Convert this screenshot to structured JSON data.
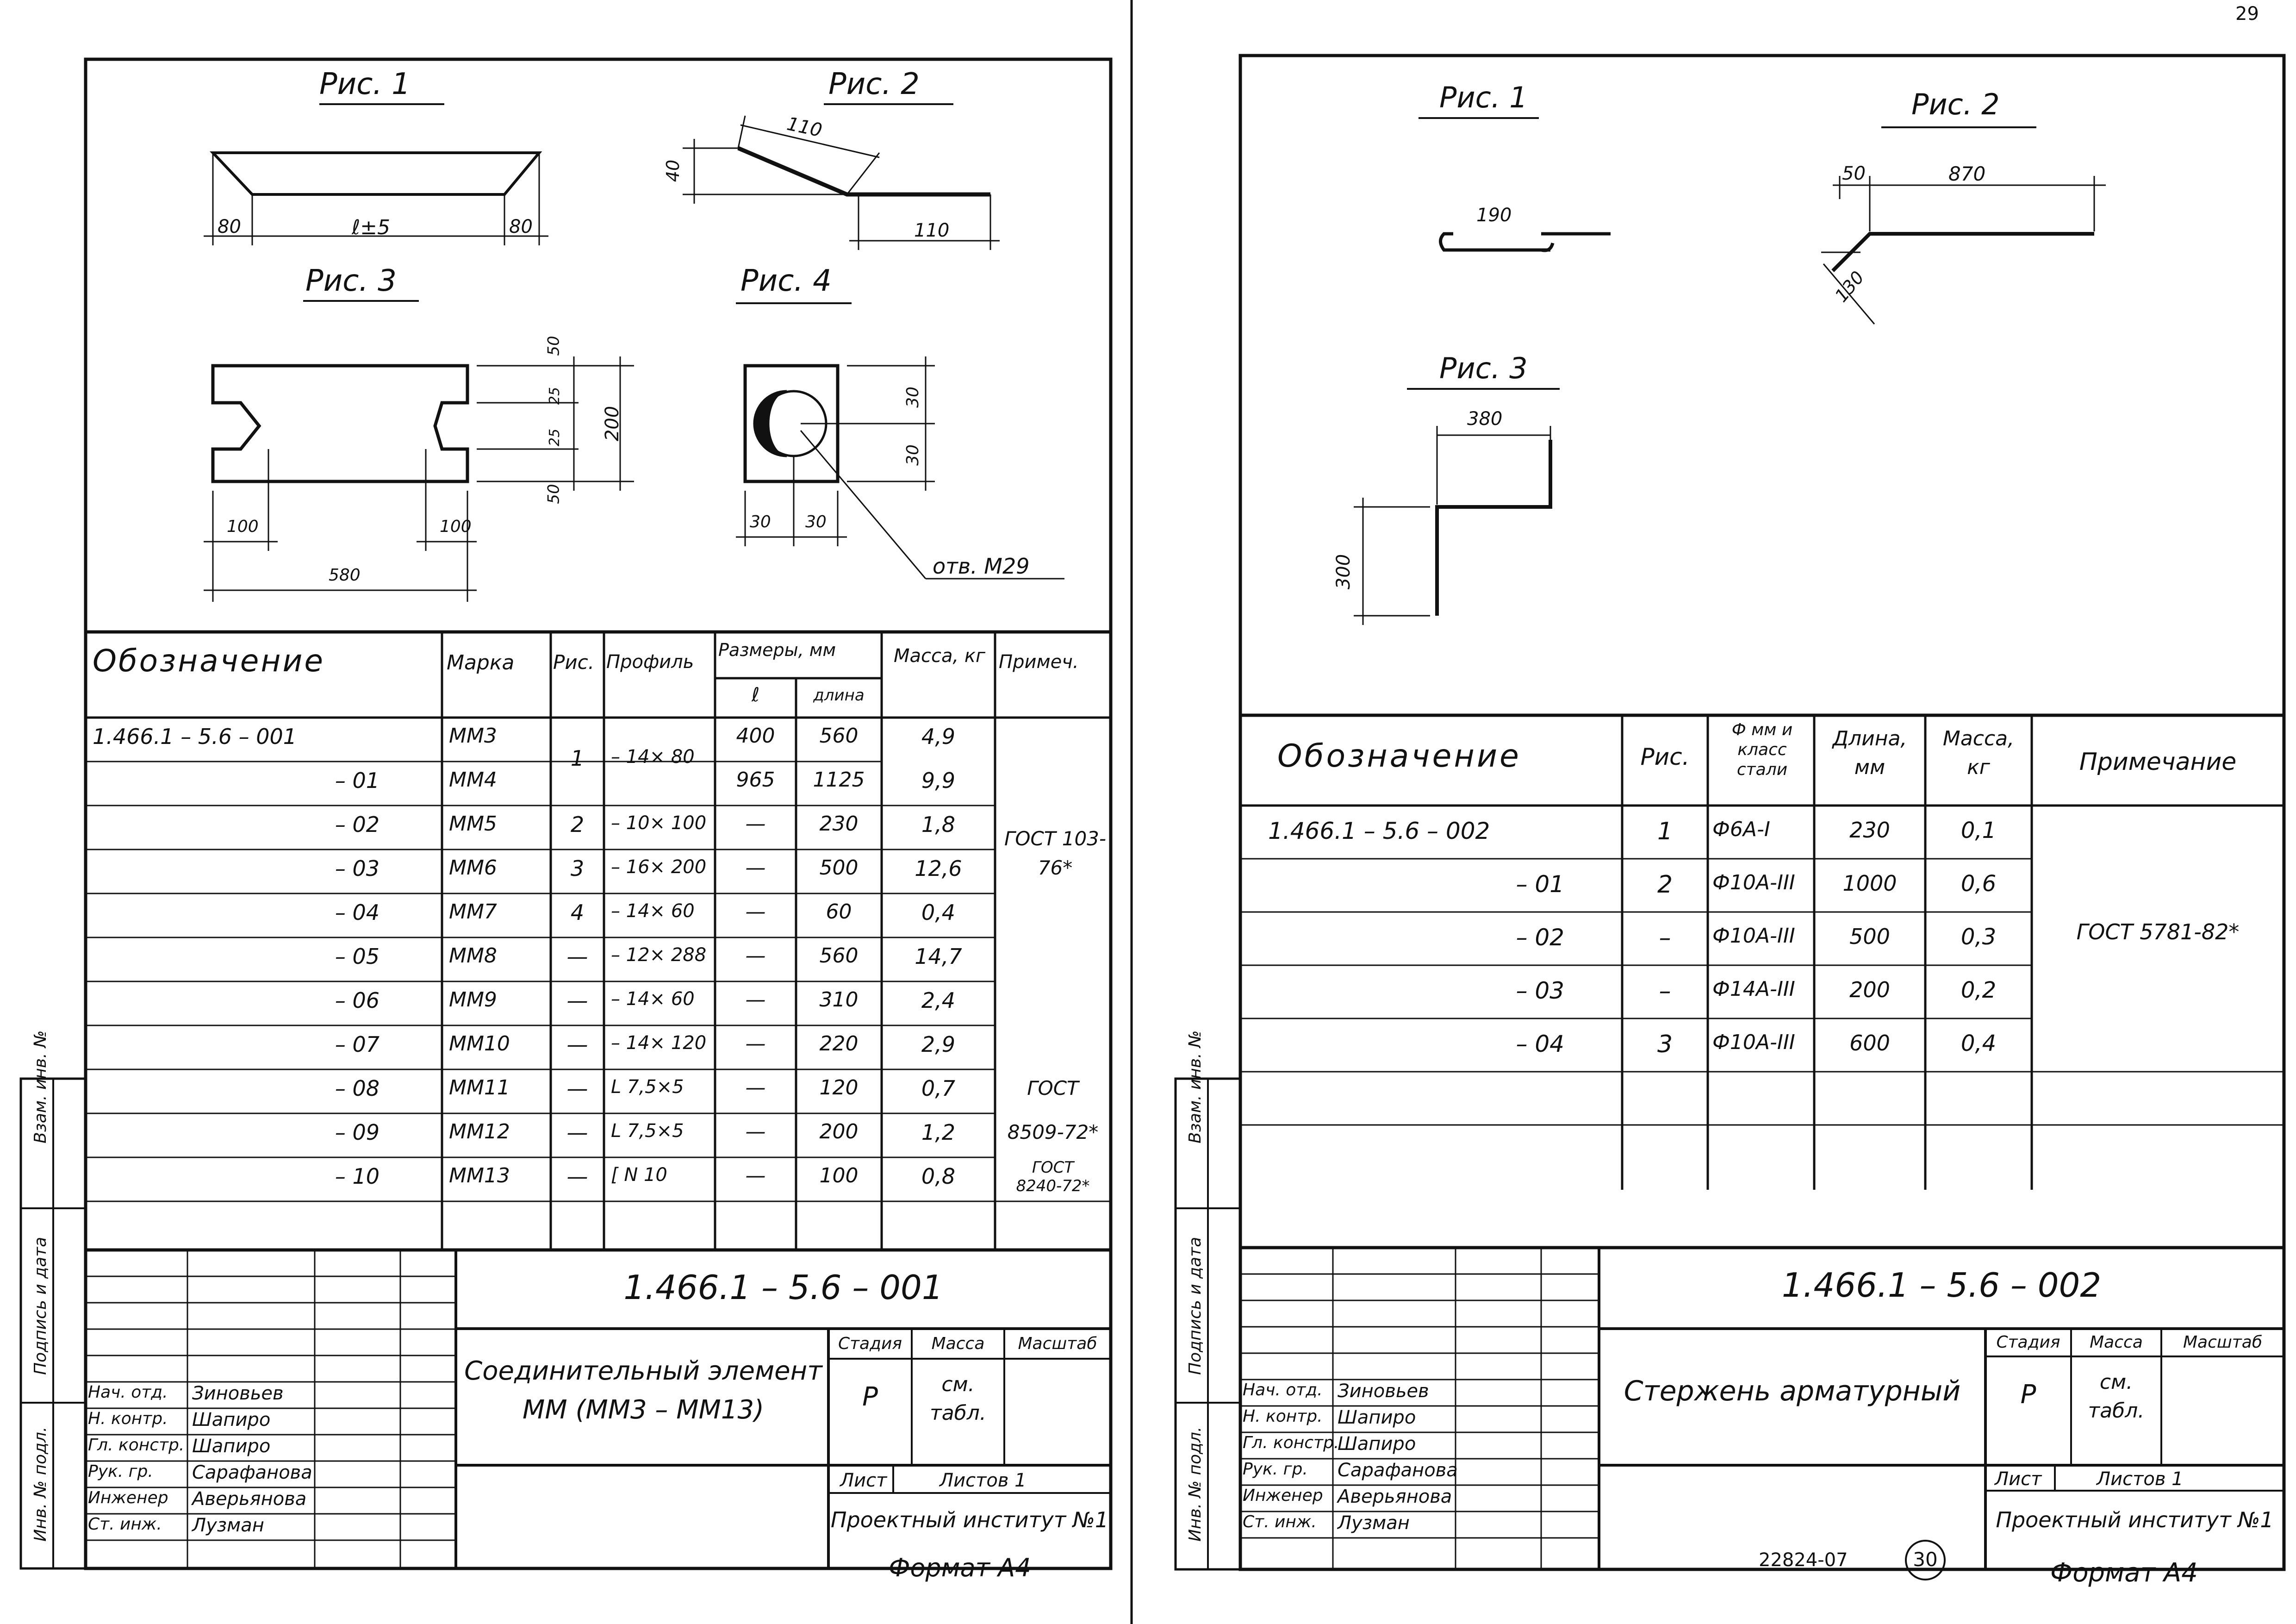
{
  "left": {
    "figs": {
      "fig1": "Рис. 1",
      "fig2": "Рис. 2",
      "fig3": "Рис. 3",
      "fig4": "Рис. 4"
    },
    "dims": {
      "f1_80a": "80",
      "f1_l": "ℓ±5",
      "f1_80b": "80",
      "f2_110a": "110",
      "f2_40": "40",
      "f2_110b": "110",
      "f3_50a": "50",
      "f3_25a": "25",
      "f3_25b": "25",
      "f3_50b": "50",
      "f3_200": "200",
      "f3_100a": "100",
      "f3_100b": "100",
      "f3_580": "580",
      "f4_30a": "30",
      "f4_30b": "30",
      "f4_30c": "30",
      "f4_30d": "30",
      "f4_hole": "отв. М29"
    },
    "table": {
      "h_designation": "Обозначение",
      "h_mark": "Марка",
      "h_fig": "Рис.",
      "h_profile": "Профиль",
      "h_sizes": "Размеры, мм",
      "h_l": "ℓ",
      "h_len": "длина",
      "h_mass": "Масса, кг",
      "h_note": "Примеч.",
      "rows": [
        {
          "des": "1.466.1 – 5.6 – 001",
          "mark": "ММ3",
          "fig": "1",
          "prof": "– 14× 80",
          "l": "400",
          "len": "560",
          "mass": "4,9"
        },
        {
          "des": "– 01",
          "mark": "ММ4",
          "fig": "",
          "prof": "",
          "l": "965",
          "len": "1125",
          "mass": "9,9"
        },
        {
          "des": "– 02",
          "mark": "ММ5",
          "fig": "2",
          "prof": "– 10× 100",
          "l": "—",
          "len": "230",
          "mass": "1,8"
        },
        {
          "des": "– 03",
          "mark": "ММ6",
          "fig": "3",
          "prof": "– 16× 200",
          "l": "—",
          "len": "500",
          "mass": "12,6"
        },
        {
          "des": "– 04",
          "mark": "ММ7",
          "fig": "4",
          "prof": "– 14× 60",
          "l": "—",
          "len": "60",
          "mass": "0,4"
        },
        {
          "des": "– 05",
          "mark": "ММ8",
          "fig": "—",
          "prof": "– 12× 288",
          "l": "—",
          "len": "560",
          "mass": "14,7"
        },
        {
          "des": "– 06",
          "mark": "ММ9",
          "fig": "—",
          "prof": "– 14× 60",
          "l": "—",
          "len": "310",
          "mass": "2,4"
        },
        {
          "des": "– 07",
          "mark": "ММ10",
          "fig": "—",
          "prof": "– 14× 120",
          "l": "—",
          "len": "220",
          "mass": "2,9"
        },
        {
          "des": "– 08",
          "mark": "ММ11",
          "fig": "—",
          "prof": "L 7,5×5",
          "l": "—",
          "len": "120",
          "mass": "0,7"
        },
        {
          "des": "– 09",
          "mark": "ММ12",
          "fig": "—",
          "prof": "L 7,5×5",
          "l": "—",
          "len": "200",
          "mass": "1,2"
        },
        {
          "des": "– 10",
          "mark": "ММ13",
          "fig": "—",
          "prof": "[ N 10",
          "l": "—",
          "len": "100",
          "mass": "0,8"
        }
      ],
      "note1": "ГОСТ 103-76*",
      "note2a": "ГОСТ",
      "note2b": "8509-72*",
      "note3a": "ГОСТ",
      "note3b": "8240-72*"
    },
    "stamp": {
      "code": "1.466.1 – 5.6 – 001",
      "title": "Соединительный элемент ММ (ММ3 – ММ13)",
      "stage_h": "Стадия",
      "mass_h": "Масса",
      "scale_h": "Масштаб",
      "stage": "Р",
      "mass": "см. табл.",
      "sheet": "Лист",
      "sheets": "Листов 1",
      "org": "Проектный институт №1",
      "people": [
        {
          "role": "Нач. отд.",
          "name": "Зиновьев"
        },
        {
          "role": "Н. контр.",
          "name": "Шапиро"
        },
        {
          "role": "Гл. констр.",
          "name": "Шапиро"
        },
        {
          "role": "Рук. гр.",
          "name": "Сарафанова"
        },
        {
          "role": "Инженер",
          "name": "Аверьянова"
        },
        {
          "role": "Ст. инж.",
          "name": "Лузман"
        }
      ]
    },
    "side": {
      "s1": "Инв. № подл.",
      "s2": "Подпись и дата",
      "s3": "Взам. инв. №"
    },
    "format": "Формат А4"
  },
  "right": {
    "figs": {
      "fig1": "Рис. 1",
      "fig2": "Рис. 2",
      "fig3": "Рис. 3"
    },
    "dims": {
      "f1_190": "190",
      "f2_50": "50",
      "f2_870": "870",
      "f2_130": "130",
      "f3_380": "380",
      "f3_300": "300"
    },
    "table": {
      "h_designation": "Обозначение",
      "h_fig": "Рис.",
      "h_dia": "Ф мм и класс стали",
      "h_len": "Длина, мм",
      "h_mass": "Масса, кг",
      "h_note": "Примечание",
      "rows": [
        {
          "des": "1.466.1 – 5.6 – 002",
          "fig": "1",
          "dia": "Ф6А-I",
          "len": "230",
          "mass": "0,1"
        },
        {
          "des": "– 01",
          "fig": "2",
          "dia": "Ф10А-III",
          "len": "1000",
          "mass": "0,6"
        },
        {
          "des": "– 02",
          "fig": "–",
          "dia": "Ф10А-III",
          "len": "500",
          "mass": "0,3"
        },
        {
          "des": "– 03",
          "fig": "–",
          "dia": "Ф14А-III",
          "len": "200",
          "mass": "0,2"
        },
        {
          "des": "– 04",
          "fig": "3",
          "dia": "Ф10А-III",
          "len": "600",
          "mass": "0,4"
        }
      ],
      "note": "ГОСТ 5781-82*"
    },
    "stamp": {
      "code": "1.466.1 – 5.6 – 002",
      "title": "Стержень арматурный",
      "stage_h": "Стадия",
      "mass_h": "Масса",
      "scale_h": "Масштаб",
      "stage": "Р",
      "mass": "см. табл.",
      "sheet": "Лист",
      "sheets": "Листов 1",
      "org": "Проектный институт №1",
      "people": [
        {
          "role": "Нач. отд.",
          "name": "Зиновьев"
        },
        {
          "role": "Н. контр.",
          "name": "Шапиро"
        },
        {
          "role": "Гл. констр.",
          "name": "Шапиро"
        },
        {
          "role": "Рук. гр.",
          "name": "Сарафанова"
        },
        {
          "role": "Инженер",
          "name": "Аверьянова"
        },
        {
          "role": "Ст. инж.",
          "name": "Лузман"
        }
      ]
    },
    "side": {
      "s1": "Инв. № подл.",
      "s2": "Подпись и дата",
      "s3": "Взам. инв. №"
    },
    "bottom_code": "22824-07",
    "page_num": "30",
    "format": "Формат А4",
    "corner": "29"
  }
}
